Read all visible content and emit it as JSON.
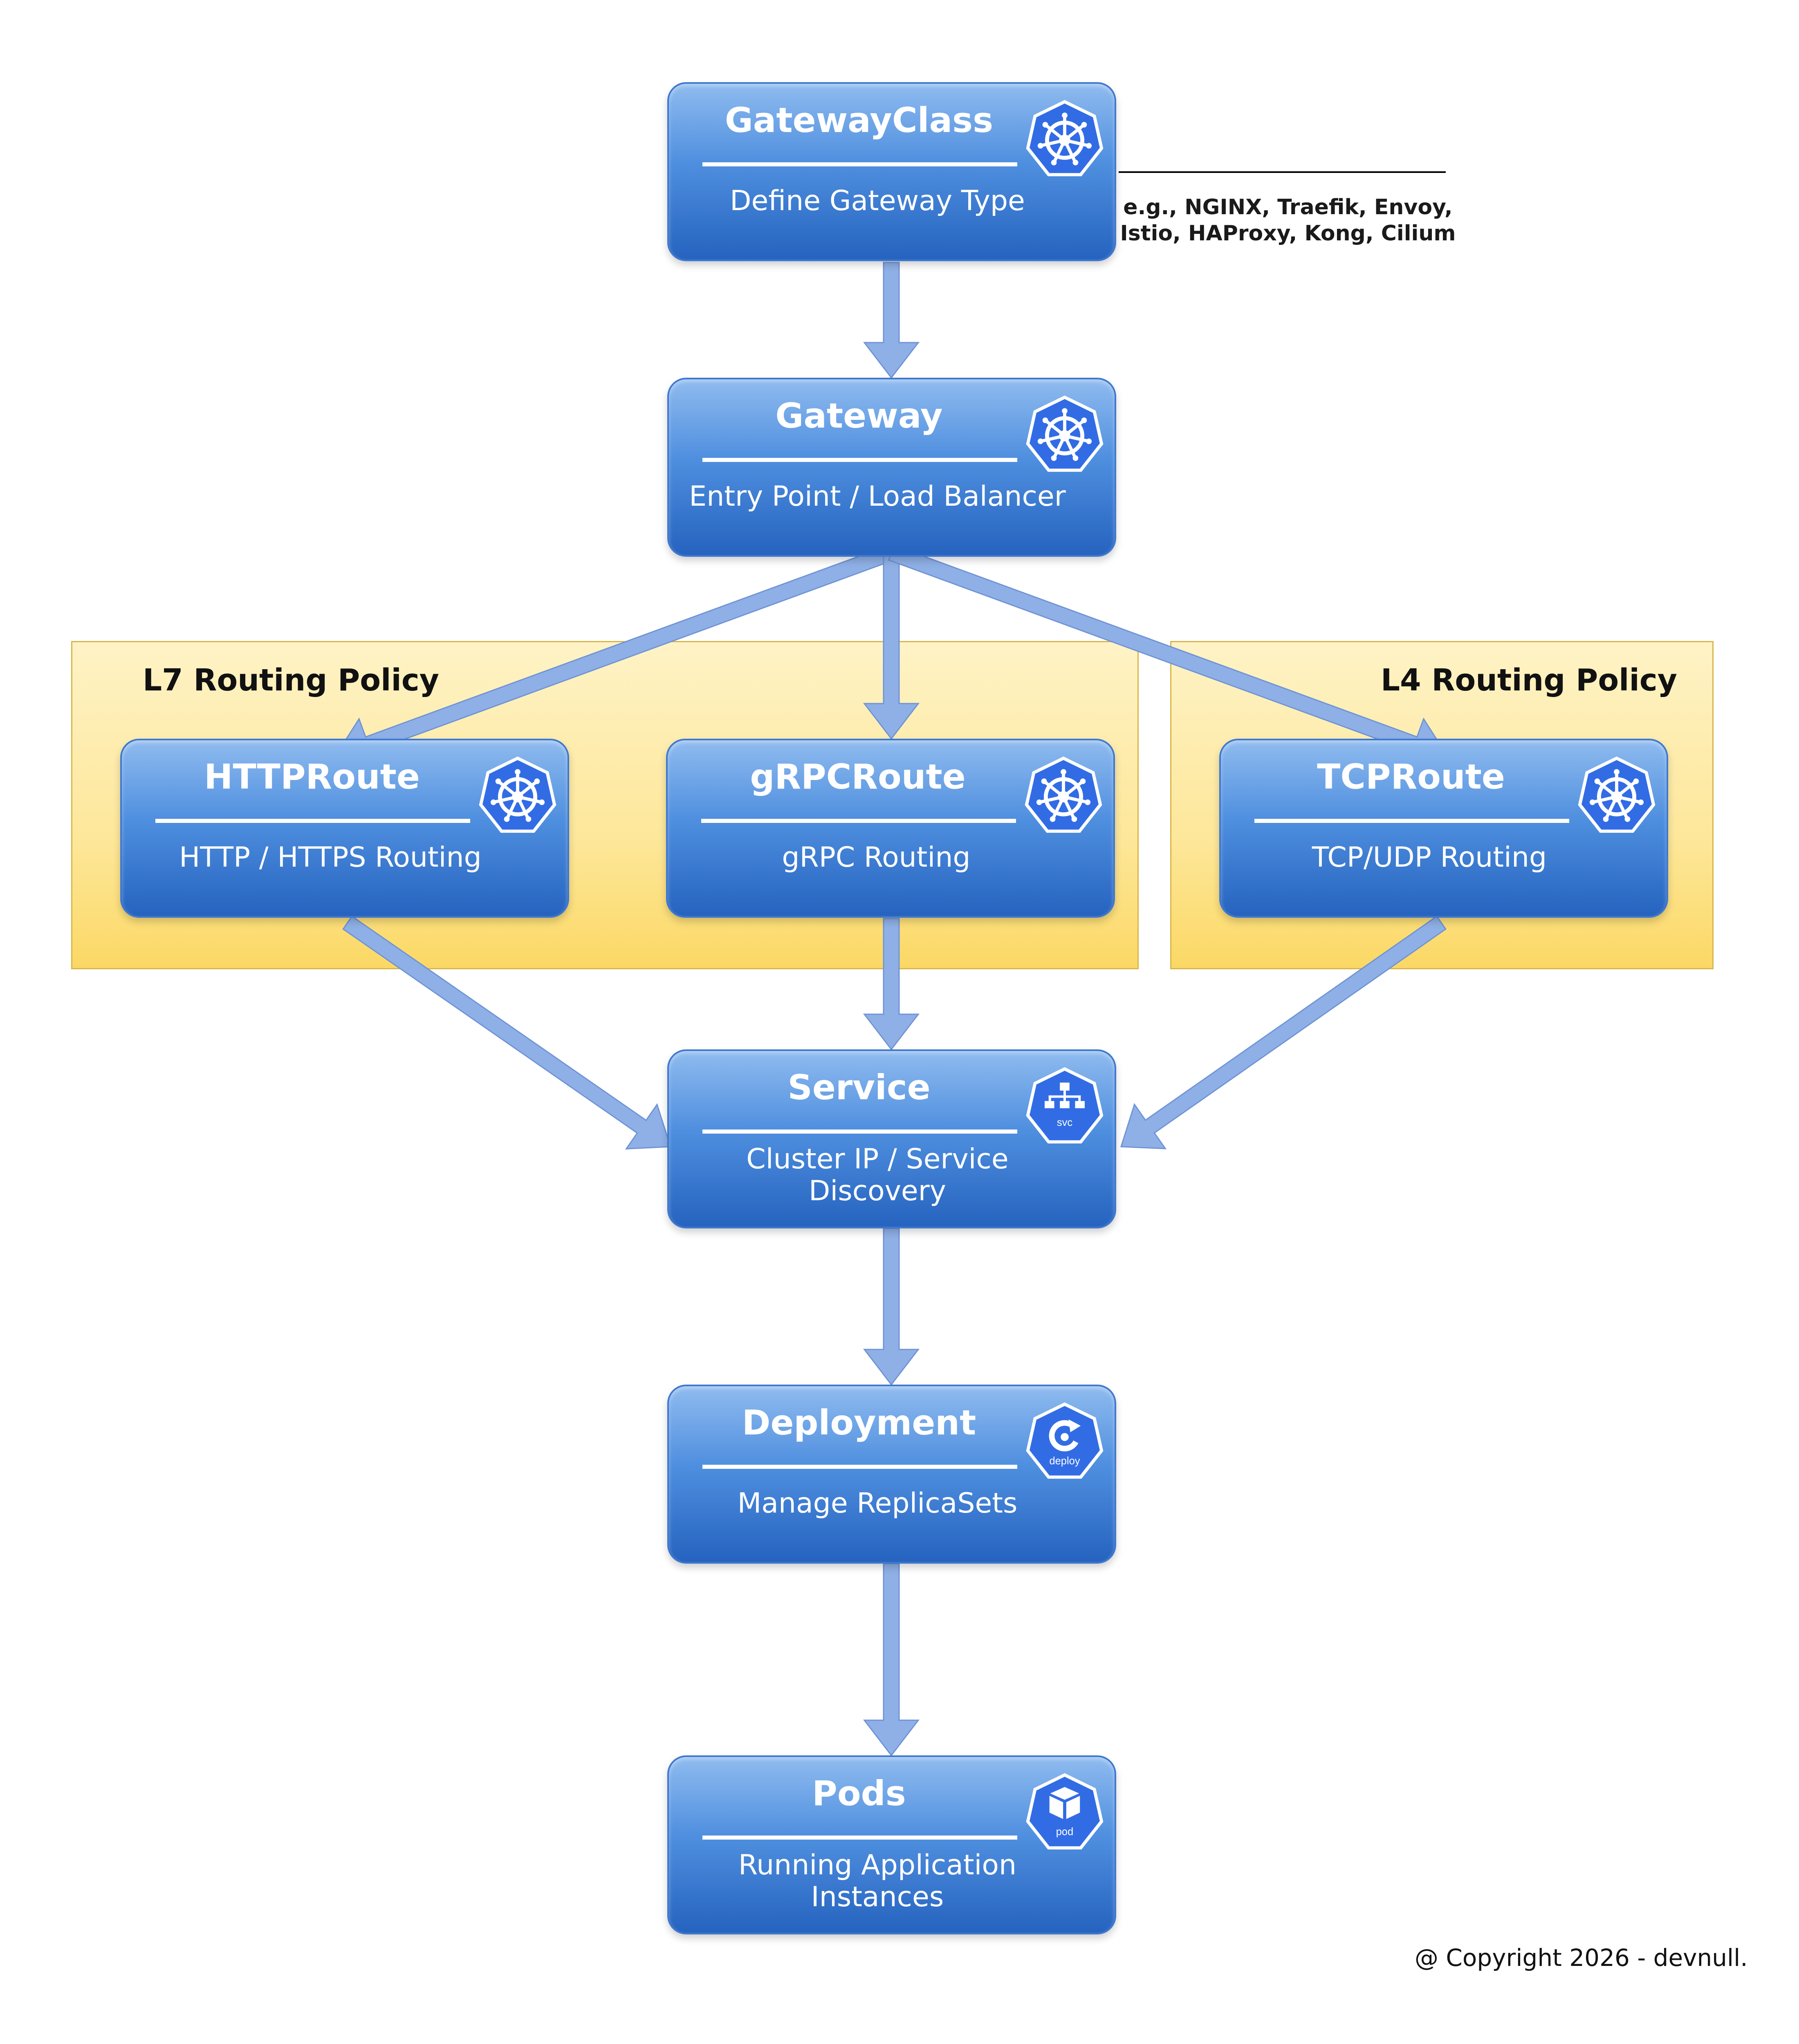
{
  "nodes": {
    "gatewayclass": {
      "title": "GatewayClass",
      "desc": "Define Gateway Type",
      "icon": "kubernetes-helm-icon"
    },
    "gateway": {
      "title": "Gateway",
      "desc": "Entry Point / Load Balancer",
      "icon": "kubernetes-helm-icon"
    },
    "httproute": {
      "title": "HTTPRoute",
      "desc": "HTTP / HTTPS Routing",
      "icon": "kubernetes-helm-icon"
    },
    "grpcroute": {
      "title": "gRPCRoute",
      "desc": "gRPC Routing",
      "icon": "kubernetes-helm-icon"
    },
    "tcproute": {
      "title": "TCPRoute",
      "desc": "TCP/UDP Routing",
      "icon": "kubernetes-helm-icon"
    },
    "service": {
      "title": "Service",
      "desc_line1": "Cluster IP / Service",
      "desc_line2": "Discovery",
      "icon": "kubernetes-svc-icon",
      "icon_label": "svc"
    },
    "deployment": {
      "title": "Deployment",
      "desc": "Manage ReplicaSets",
      "icon": "kubernetes-deploy-icon",
      "icon_label": "deploy"
    },
    "pods": {
      "title": "Pods",
      "desc_line1": "Running Application",
      "desc_line2": "Instances",
      "icon": "kubernetes-pod-icon",
      "icon_label": "pod"
    }
  },
  "zones": {
    "l7": {
      "title": "L7 Routing Policy"
    },
    "l4": {
      "title": "L4 Routing Policy"
    }
  },
  "annotation": {
    "line1": "e.g., NGINX, Traefik, Envoy,",
    "line2": "Istio, HAProxy, Kong, Cilium"
  },
  "footer": {
    "copyright": "@ Copyright 2026 - devnull."
  },
  "colors": {
    "node_top": "#8fbbef",
    "node_bottom": "#2563bf",
    "icon_fill": "#326ce5",
    "zone_fill": "#fde79a",
    "zone_border": "#d8b54a",
    "arrow": "#8fb0e6"
  },
  "edges": [
    {
      "from": "GatewayClass",
      "to": "Gateway"
    },
    {
      "from": "Gateway",
      "to": "HTTPRoute"
    },
    {
      "from": "Gateway",
      "to": "gRPCRoute"
    },
    {
      "from": "Gateway",
      "to": "TCPRoute"
    },
    {
      "from": "HTTPRoute",
      "to": "Service"
    },
    {
      "from": "gRPCRoute",
      "to": "Service"
    },
    {
      "from": "TCPRoute",
      "to": "Service"
    },
    {
      "from": "Service",
      "to": "Deployment"
    },
    {
      "from": "Deployment",
      "to": "Pods"
    }
  ]
}
